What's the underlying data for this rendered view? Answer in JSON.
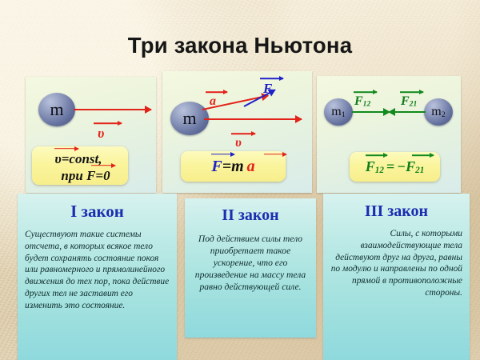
{
  "slide": {
    "title": "Три закона Ньютона",
    "background_color": "#e4d6b6",
    "panel_color": "#e6f1dd",
    "card_color": "#a9e3e0",
    "chip_color": "#faf49c",
    "accent_red": "#e32219",
    "accent_blue": "#1f23c8",
    "accent_green": "#128a1e",
    "heading_color": "#1b2db0"
  },
  "panels": [
    {
      "id": "panel-first-law",
      "mass_label": "m",
      "velocity_label": "υ",
      "formula_lines": [
        "υ=const,",
        "при F=0"
      ],
      "formula_plain": "υ = const, при F = 0",
      "vectors": [
        "velocity-arrow-red"
      ]
    },
    {
      "id": "panel-second-law",
      "mass_label": "m",
      "acceleration_label": "a",
      "force_label": "F",
      "velocity_label": "υ",
      "formula_plain": "F = ma",
      "formula_parts": {
        "force": "F",
        "equals": "=",
        "mass": "m",
        "acceleration": "a"
      },
      "vectors": [
        "acceleration-arrow-red",
        "force-arrow-blue",
        "velocity-arrow-red"
      ]
    },
    {
      "id": "panel-third-law",
      "mass_label_left": "m",
      "mass_sub_left": "1",
      "mass_label_right": "m",
      "mass_sub_right": "2",
      "force_left_label": "F",
      "force_left_sub": "12",
      "force_right_label": "F",
      "force_right_sub": "21",
      "formula_plain": "F₁₂ = −F₂₁",
      "formula_parts": {
        "left": "F",
        "left_sub": "12",
        "equals": "=",
        "minus": "−",
        "right": "F",
        "right_sub": "21"
      },
      "vectors": [
        "force-12-arrow-green",
        "force-21-arrow-green"
      ]
    }
  ],
  "cards": [
    {
      "id": "card-first-law",
      "heading": "I закон",
      "text": "Существуют такие системы отсчета, в которых всякое тело будет сохранять состояние покоя или равномерного и прямолинейного движения до тех пор, пока действие других тел не заставит его изменить это состояние."
    },
    {
      "id": "card-second-law",
      "heading": "II закон",
      "text": "Под действием силы тело приобретает такое ускорение, что его произведение на массу тела равно действующей силе."
    },
    {
      "id": "card-third-law",
      "heading": "III закон",
      "text": "Силы, с которыми взаимодействующие тела действуют друг на друга, равны по модулю и направлены по одной прямой в противоположные стороны."
    }
  ]
}
